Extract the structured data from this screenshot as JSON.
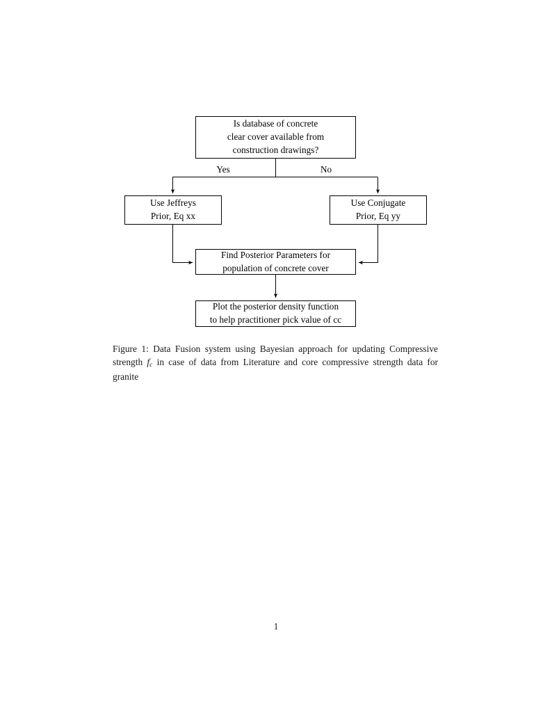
{
  "document": {
    "page_number": "1",
    "background_color": "#ffffff",
    "text_color": "#000000"
  },
  "flowchart": {
    "nodes": [
      {
        "id": "question",
        "lines": [
          "Is database of concrete",
          "clear cover available from",
          "construction drawings?"
        ]
      },
      {
        "id": "jeffreys",
        "lines": [
          "Use Jeffreys",
          "Prior, Eq xx"
        ]
      },
      {
        "id": "conjugate",
        "lines": [
          "Use Conjugate",
          "Prior, Eq yy"
        ]
      },
      {
        "id": "posterior",
        "lines": [
          "Find Posterior Parameters for",
          "population of concrete cover"
        ]
      },
      {
        "id": "plot",
        "lines": [
          "Plot the posterior density function",
          "to help practitioner pick value of cc"
        ]
      }
    ],
    "edge_labels": {
      "yes": "Yes",
      "no": "No"
    },
    "line_color": "#000000"
  },
  "caption": {
    "label": "Figure 1:",
    "text_part_1": "Data Fusion system using Bayesian approach for updating Compressive strength",
    "math_symbol": "f",
    "math_subscript": "c",
    "text_part_2": "in case of data from Literature and core compressive strength data for granite"
  }
}
